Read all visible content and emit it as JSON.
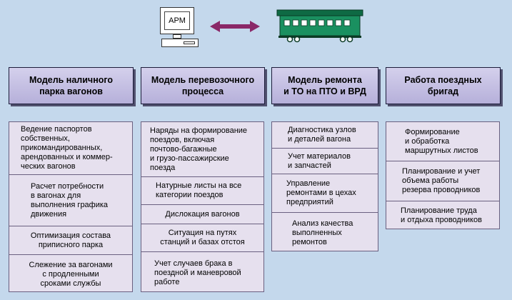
{
  "workstation": {
    "screen_label": "АРМ",
    "icon": "computer-icon"
  },
  "connector_icon": "double-arrow-icon",
  "wagon_icon": "railway-car-icon",
  "colors": {
    "background": "#c4d8ec",
    "arrow": "#8a2868",
    "wagon": "#1a9060"
  },
  "columns": [
    {
      "title": "Модель наличного\nпарка вагонов",
      "items": [
        "Ведение паспортов\nсобственных,\nприкомандированных,\nарендованных и коммер-\nческих вагонов",
        "Расчет потребности\nв вагонах для\nвыполнения графика\nдвижения",
        "Оптимизация состава\nприписного парка",
        "Слежение за вагонами\nс продленными\nсроками службы"
      ]
    },
    {
      "title": "Модель перевозочного\nпроцесса",
      "items": [
        "Наряды на формирование\nпоездов, включая\nпочтово-багажные\nи грузо-пассажирские\nпоезда",
        "Натурные листы на все\nкатегории поездов",
        "Дислокация вагонов",
        "Ситуация на путях\nстанций и базах отстоя",
        "Учет случаев брака в\nпоездной и маневровой\nработе"
      ]
    },
    {
      "title": "Модель ремонта\nи ТО на ПТО и ВРД",
      "items": [
        "Диагностика узлов\nи деталей вагона",
        "Учет материалов\nи запчастей",
        "Управление\nремонтами в цехах\nпредприятий",
        "Анализ качества\nвыполненных\nремонтов"
      ]
    },
    {
      "title": "Работа поездных\nбригад",
      "items": [
        "Формирование\nи обработка\nмаршрутных листов",
        "Планирование и учет\nобъема работы\nрезерва проводников",
        "Планирование труда\nи отдыха проводников"
      ]
    }
  ]
}
